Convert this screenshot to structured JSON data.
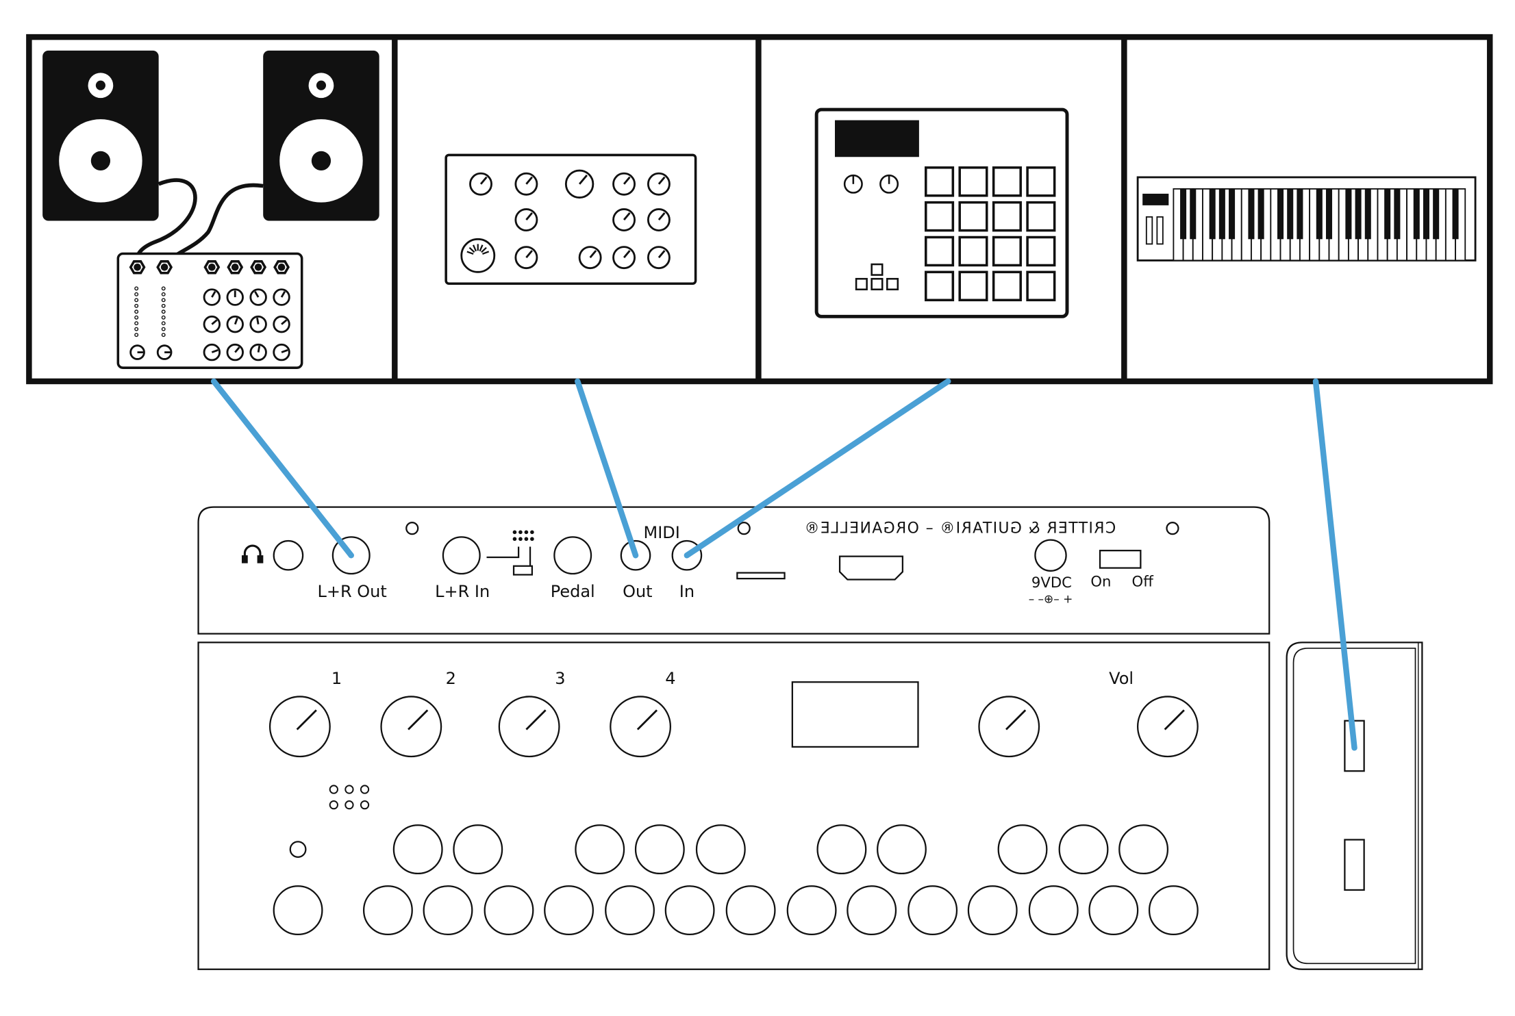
{
  "panels": [
    {
      "name": "speakers-and-modular"
    },
    {
      "name": "synth-module"
    },
    {
      "name": "pad-controller"
    },
    {
      "name": "usb-keyboard"
    }
  ],
  "rear_panel": {
    "jacks": {
      "out_label": "L+R Out",
      "in_label": "L+R In",
      "pedal_label": "Pedal",
      "midi_label": "MIDI",
      "midi_out_label": "Out",
      "midi_in_label": "In"
    },
    "brand_text": "CRITTER & GUITARI® – ORGANELLE®",
    "power_label": "9VDC",
    "polarity_label": "– –⊕– +",
    "switch_on_label": "On",
    "switch_off_label": "Off"
  },
  "top_panel": {
    "knob_labels": [
      "1",
      "2",
      "3",
      "4"
    ],
    "vol_label": "Vol"
  },
  "colors": {
    "cable": "#4aa0d5",
    "ink": "#111111",
    "background": "#ffffff"
  }
}
